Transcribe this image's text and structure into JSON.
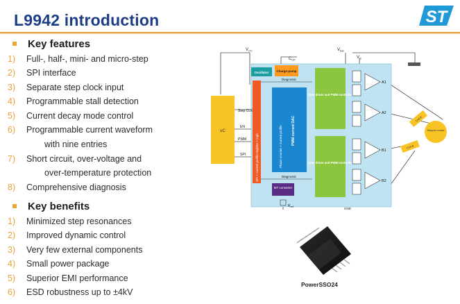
{
  "header": {
    "title": "L9942 introduction"
  },
  "features": {
    "heading": "Key features",
    "items": [
      {
        "num": "1)",
        "text": "Full-, half-, mini- and micro-step"
      },
      {
        "num": "2)",
        "text": "SPI interface"
      },
      {
        "num": "3)",
        "text": "Separate step clock input"
      },
      {
        "num": "4)",
        "text": "Programmable stall detection"
      },
      {
        "num": "5)",
        "text": "Current decay mode control"
      },
      {
        "num": "6)",
        "text": "Programmable current waveform",
        "cont": "with  nine entries"
      },
      {
        "num": "7)",
        "text": "Short circuit, over-voltage and",
        "cont": "over-temperature protection"
      },
      {
        "num": "8)",
        "text": "Comprehensive diagnosis"
      }
    ]
  },
  "benefits": {
    "heading": "Key benefits",
    "items": [
      {
        "num": "1)",
        "text": "Minimized step resonances"
      },
      {
        "num": "2)",
        "text": "Improved dynamic control"
      },
      {
        "num": "3)",
        "text": "Very few external components"
      },
      {
        "num": "4)",
        "text": "Small power package"
      },
      {
        "num": "5)",
        "text": "Superior EMI performance"
      },
      {
        "num": "6)",
        "text": "ESD robustness up to ±4kV"
      }
    ]
  },
  "diagram": {
    "vcc": "V",
    "vcc_sub": "CC",
    "vbat": "V",
    "vbat_sub": "bat",
    "vs": "V",
    "vs_sub": "S",
    "cp": "C",
    "cp_sub": "CP",
    "oscillator": "Oscillator",
    "charge_pump": "Charge-pump",
    "diagnostic_top": "Diagnostic",
    "diagnostic_bottom": "Diagnostic",
    "uc": "uC",
    "step_clk": "Step CLK",
    "en": "EN",
    "pwm": "PWM",
    "spi": "SPI",
    "spi_logic": "SPI + current profile register + logic",
    "phase_counter": "Phase counter + current profile",
    "pwm_dac": "PWM current DAC",
    "gate_driver_1": "Gate driver and PWM controller",
    "gate_driver_2": "Gate driver and PWM controller",
    "mt_converter": "MT converter",
    "rref": "R",
    "rref_sub": "ref",
    "gnd": "GND",
    "a1": "A1",
    "a2": "A2",
    "b1": "B1",
    "b2": "B2",
    "coil_a": "Coil A",
    "coil_b": "Coil B",
    "stepper_motor": "Stepper motor",
    "colors": {
      "panel": "#bfe3f2",
      "blue": "#1a87d0",
      "green": "#8cc63f",
      "orange": "#ff9a1e",
      "red_orange": "#f15a24",
      "teal": "#1a9ea0",
      "purple": "#5b2c83",
      "yellow": "#f7c325"
    }
  },
  "package": {
    "label": "PowerSSO24"
  },
  "colors": {
    "title": "#1d3d86",
    "accent": "#e8a33a",
    "logo": "#1f9ad6"
  }
}
